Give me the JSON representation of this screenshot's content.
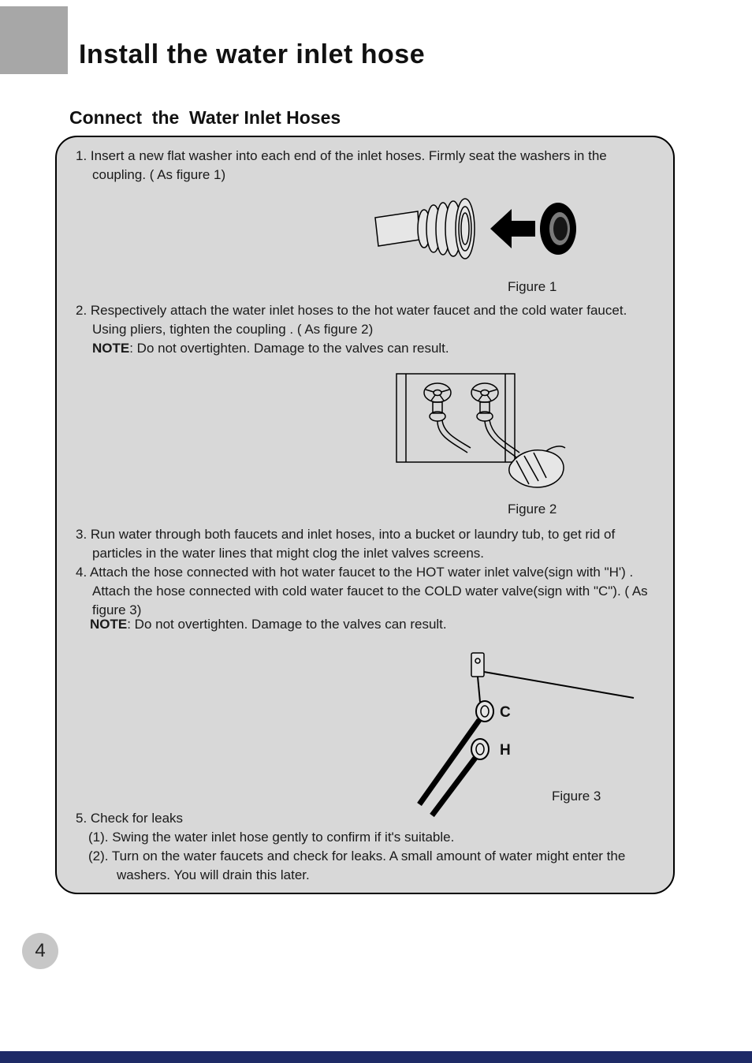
{
  "page": {
    "title": "Install the water inlet hose",
    "section_heading": "Connect  the  Water Inlet Hoses",
    "page_number": "4"
  },
  "note": {
    "label": "NOTE",
    "text": ":  Do not overtighten. Damage to the valves can result."
  },
  "steps": {
    "s1": "1. Insert a new flat washer into each end of the inlet hoses. Firmly seat the washers in the coupling. ( As figure 1)",
    "s2": "2. Respectively attach the water inlet hoses to the hot water faucet and the cold water faucet. Using pliers, tighten the coupling .  ( As figure 2)",
    "s3": "3. Run water through both faucets and inlet hoses, into a bucket or laundry tub, to get rid of particles in the water lines that might clog the inlet valves screens.",
    "s4": "4. Attach the hose connected with hot water faucet to the HOT water inlet valve(sign with \"H') . Attach the hose connected with cold water faucet to the COLD water valve(sign with \"C\"). ( As figure 3)",
    "s5": "5. Check for leaks",
    "s5_1": "(1). Swing the water inlet  hose gently to confirm if it's suitable.",
    "s5_2": "(2). Turn on the water faucets and check for leaks. A small amount of water might enter the washers. You will drain this later."
  },
  "figures": {
    "fig1_caption": "Figure 1",
    "fig2_caption": "Figure 2",
    "fig3_caption": "Figure 3",
    "label_c": "C",
    "label_h": "H"
  }
}
